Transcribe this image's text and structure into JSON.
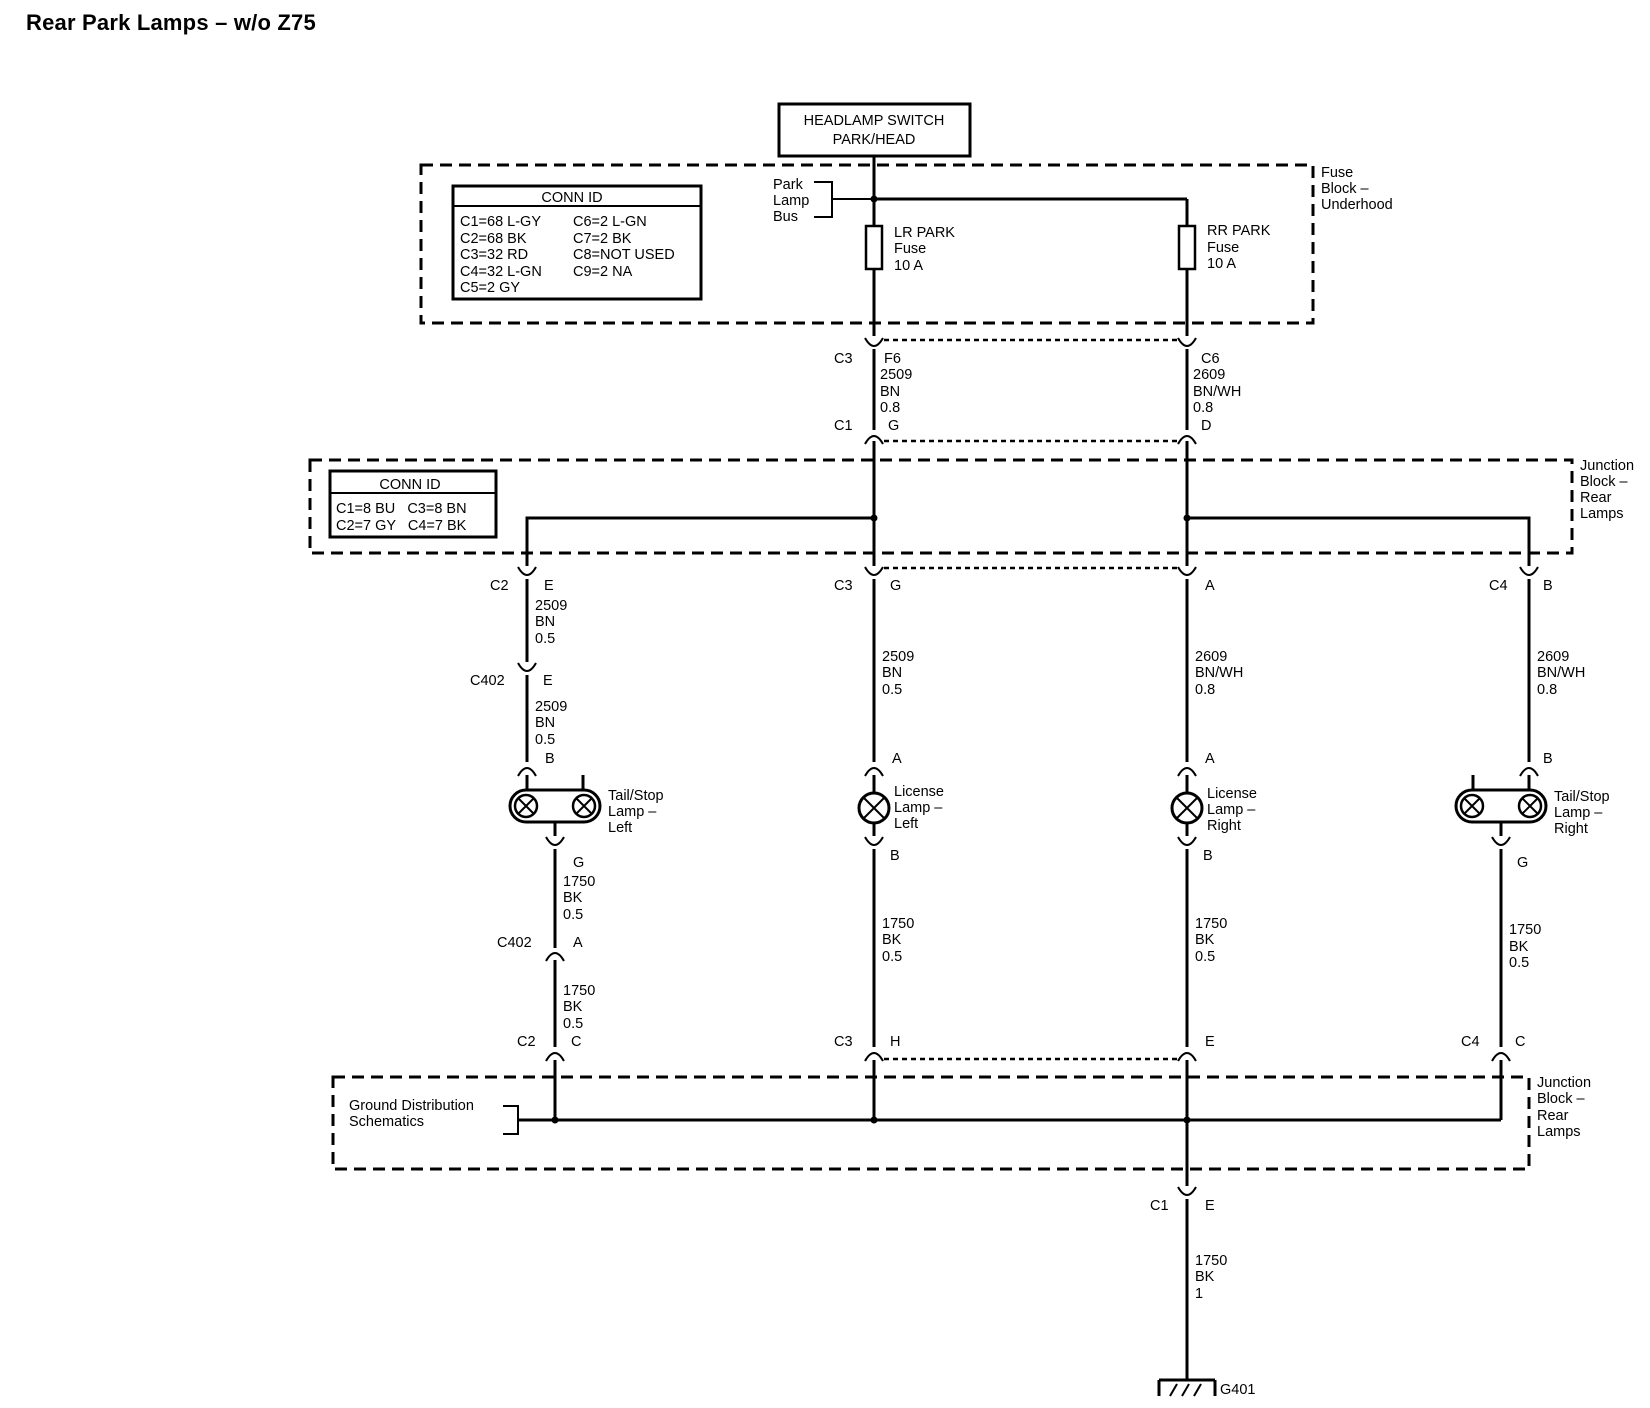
{
  "title": "Rear Park Lamps – w/o Z75",
  "switch": {
    "line1": "HEADLAMP SWITCH",
    "line2": "PARK/HEAD"
  },
  "fuse_block": {
    "label": [
      "Fuse",
      "Block –",
      "Underhood"
    ],
    "bus": [
      "Park",
      "Lamp",
      "Bus"
    ],
    "conn_title": "CONN ID",
    "conn_left": [
      "C1=68 L-GY",
      "C2=68 BK",
      "C3=32 RD",
      "C4=32 L-GN",
      "C5=2 GY"
    ],
    "conn_right": [
      "C6=2 L-GN",
      "C7=2 BK",
      "C8=NOT USED",
      "C9=2 NA"
    ],
    "fuse_lr": [
      "LR PARK",
      "Fuse",
      "10 A"
    ],
    "fuse_rr": [
      "RR PARK",
      "Fuse",
      "10 A"
    ]
  },
  "upper_conn": {
    "left_top_conn": "C3",
    "left_top_pin": "F6",
    "left_wire": [
      "2509",
      "BN",
      "0.8"
    ],
    "left_bot_conn": "C1",
    "left_bot_pin": "G",
    "right_top_conn": "C6",
    "right_wire": [
      "2609",
      "BN/WH",
      "0.8"
    ],
    "right_bot_pin": "D"
  },
  "junction_top": {
    "label": [
      "Junction",
      "Block –",
      "Rear",
      "Lamps"
    ],
    "conn_title": "CONN ID",
    "conn_row1": "C1=8 BU   C3=8 BN",
    "conn_row2": "C2=7 GY   C4=7 BK"
  },
  "branch1": {
    "conn": "C2",
    "pin": "E",
    "wire1": [
      "2509",
      "BN",
      "0.5"
    ],
    "inline_conn": "C402",
    "inline_pin": "E",
    "wire2": [
      "2509",
      "BN",
      "0.5"
    ],
    "lamp_pin_in": "B",
    "lamp": [
      "Tail/Stop",
      "Lamp –",
      "Left"
    ],
    "lamp_pin_out": "G",
    "wire3": [
      "1750",
      "BK",
      "0.5"
    ],
    "inline2_conn": "C402",
    "inline2_pin": "A",
    "wire4": [
      "1750",
      "BK",
      "0.5"
    ],
    "gnd_conn": "C2",
    "gnd_pin": "C"
  },
  "branch2": {
    "conn": "C3",
    "pin": "G",
    "wire1": [
      "2509",
      "BN",
      "0.5"
    ],
    "lamp_pin_in": "A",
    "lamp": [
      "License",
      "Lamp –",
      "Left"
    ],
    "lamp_pin_out": "B",
    "wire2": [
      "1750",
      "BK",
      "0.5"
    ],
    "gnd_conn": "C3",
    "gnd_pin": "H"
  },
  "branch3": {
    "pin": "A",
    "wire1": [
      "2609",
      "BN/WH",
      "0.8"
    ],
    "lamp_pin_in": "A",
    "lamp": [
      "License",
      "Lamp –",
      "Right"
    ],
    "lamp_pin_out": "B",
    "wire2": [
      "1750",
      "BK",
      "0.5"
    ],
    "gnd_pin": "E"
  },
  "branch4": {
    "conn": "C4",
    "pin": "B",
    "wire1": [
      "2609",
      "BN/WH",
      "0.8"
    ],
    "lamp_pin_in": "B",
    "lamp": [
      "Tail/Stop",
      "Lamp –",
      "Right"
    ],
    "lamp_pin_out": "G",
    "wire2": [
      "1750",
      "BK",
      "0.5"
    ],
    "gnd_conn": "C4",
    "gnd_pin": "C"
  },
  "junction_bottom": {
    "label": [
      "Junction",
      "Block –",
      "Rear",
      "Lamps"
    ],
    "ground_dist": [
      "Ground Distribution",
      "Schematics"
    ]
  },
  "ground": {
    "conn": "C1",
    "pin": "E",
    "wire": [
      "1750",
      "BK",
      "1"
    ],
    "name": "G401"
  }
}
